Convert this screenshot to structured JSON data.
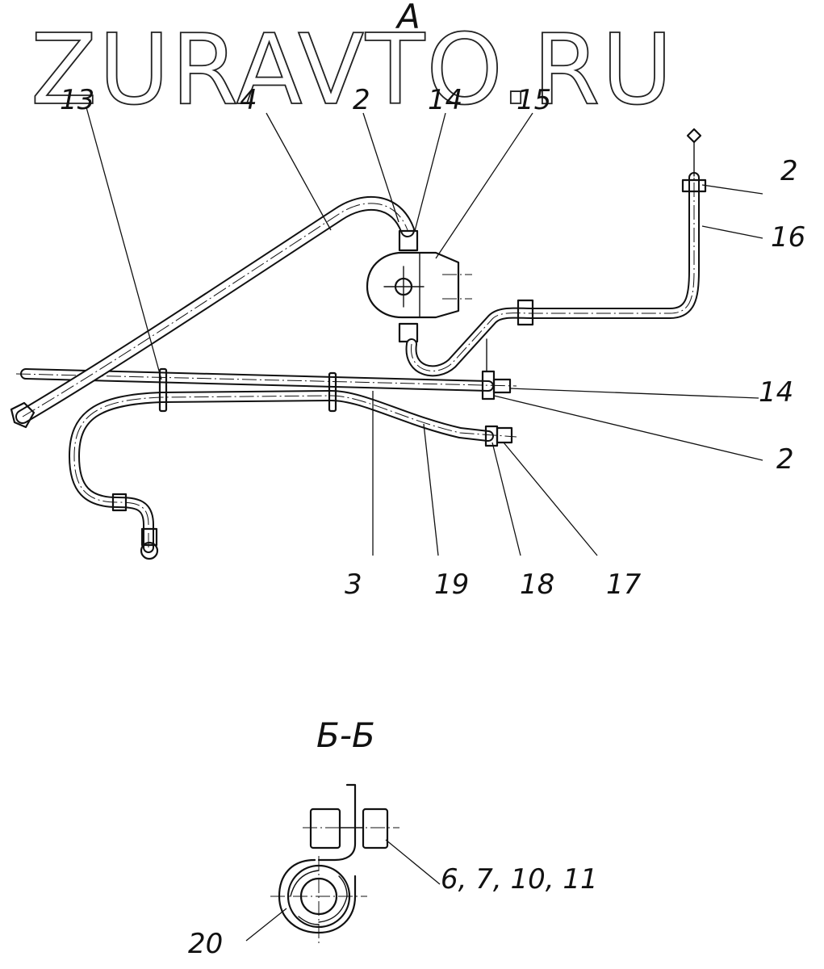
{
  "watermark": "ZURAVTO.RU",
  "views": {
    "main_title": "A",
    "section_title": "Б-Б"
  },
  "callouts": {
    "c13": "13",
    "c4": "4",
    "c2_top": "2",
    "c14_top": "14",
    "c15": "15",
    "c2_right": "2",
    "c16": "16",
    "c14_right": "14",
    "c2_lower": "2",
    "c3": "3",
    "c19": "19",
    "c18": "18",
    "c17": "17",
    "c6_7_10_11": "6, 7, 10, 11",
    "c20": "20"
  }
}
